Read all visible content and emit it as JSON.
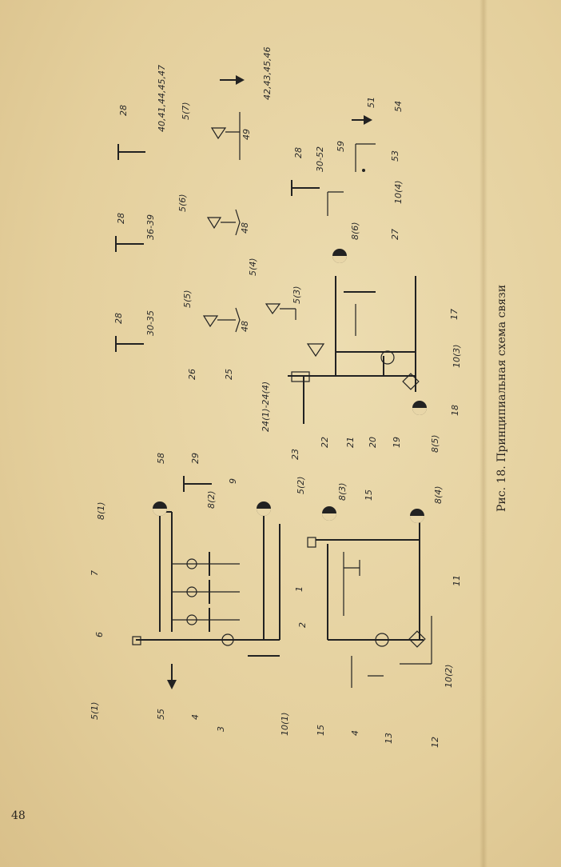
{
  "caption": "Рис. 18. Принципиальная схема связи",
  "page_number": "48",
  "labels": {
    "l1": "1",
    "l2": "2",
    "l3": "3",
    "l4a": "4",
    "l4b": "4",
    "l5_1": "5(1)",
    "l5_2": "5(2)",
    "l5_3": "5(3)",
    "l5_4": "5(4)",
    "l5_5": "5(5)",
    "l5_6": "5(6)",
    "l5_7": "5(7)",
    "l6": "6",
    "l7": "7",
    "l8_1": "8(1)",
    "l8_2": "8(2)",
    "l8_3": "8(3)",
    "l8_4": "8(4)",
    "l8_5": "8(5)",
    "l8_6": "8(6)",
    "l9": "9",
    "l10_1": "10(1)",
    "l10_2": "10(2)",
    "l10_3": "10(3)",
    "l10_4": "10(4)",
    "l11": "11",
    "l12": "12",
    "l13": "13",
    "l15a": "15",
    "l15b": "15",
    "l17": "17",
    "l18": "18",
    "l19": "19",
    "l20": "20",
    "l21": "21",
    "l22": "22",
    "l23": "23",
    "l24": "24(1)-24(4)",
    "l25": "25",
    "l26": "26",
    "l27": "27",
    "l28a": "28",
    "l28b": "28",
    "l28c": "28",
    "l28d": "28",
    "l29": "29",
    "l30a": "30-35",
    "l30b": "30-52",
    "l36": "36-39",
    "l40": "40,41,44,45,47",
    "l42": "42,43,45,46",
    "l48": "48",
    "l49": "49",
    "l51": "51",
    "l53": "53",
    "l54": "54",
    "l55": "55",
    "l58": "58",
    "l59": "59"
  }
}
